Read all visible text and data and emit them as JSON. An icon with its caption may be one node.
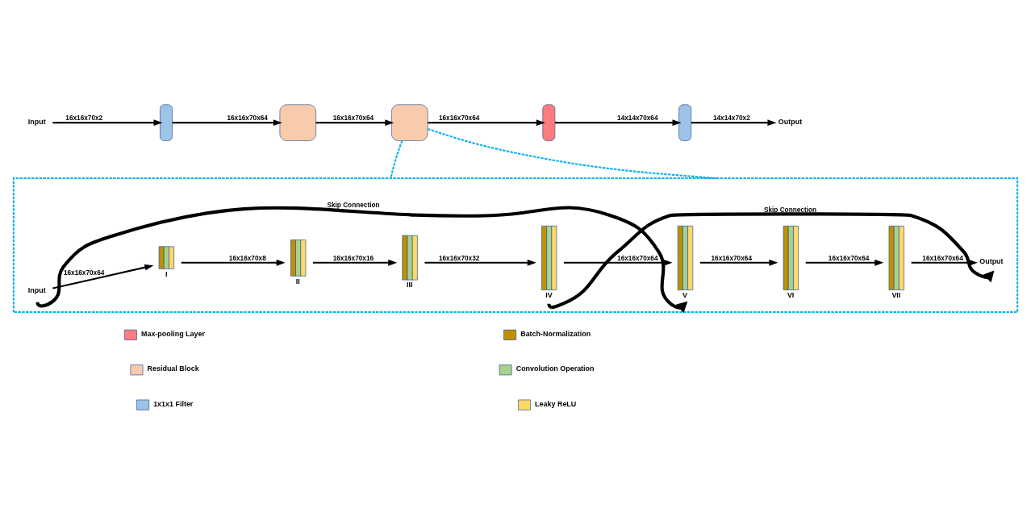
{
  "diagram": {
    "nodes": [
      {
        "text": [
          "Input"
        ]
      },
      {
        "text": [],
        "shape": "box"
      },
      {
        "text": [],
        "shape": "box"
      },
      {
        "text": [],
        "shape": "box"
      },
      {
        "text": [],
        "shape": "box"
      },
      {
        "text": [],
        "shape": "box"
      },
      {
        "text": [
          "Output"
        ]
      },
      {
        "text": [],
        "shape": "box"
      },
      {
        "text": [
          "Input"
        ],
        "in": 7
      },
      {
        "text": [
          "I"
        ],
        "in": 7
      },
      {
        "text": [
          "II"
        ],
        "in": 7
      },
      {
        "text": [
          "III"
        ],
        "in": 7
      },
      {
        "text": [
          "IV"
        ],
        "in": 7
      },
      {
        "text": [
          "V"
        ],
        "in": 7
      },
      {
        "text": [
          "VI"
        ],
        "in": 7
      },
      {
        "text": [
          "VII"
        ],
        "in": 7
      },
      {
        "text": [
          "Output"
        ],
        "in": 7
      }
    ],
    "edges": [
      {
        "from": 0,
        "to": 1,
        "arrow": "to",
        "label": "16x16x70x2"
      },
      {
        "from": 1,
        "to": 2,
        "arrow": "to",
        "label": "16x16x70x64"
      },
      {
        "from": 2,
        "to": 3,
        "arrow": "to",
        "label": "16x16x70x64"
      },
      {
        "from": 3,
        "to": 4,
        "arrow": "to",
        "label": "16x16x70x64"
      },
      {
        "from": 4,
        "to": 5,
        "arrow": "to",
        "label": "14x14x70x64"
      },
      {
        "from": 5,
        "to": 6,
        "arrow": "to",
        "label": "14x14x70x2"
      },
      {
        "from": 3,
        "to": 7,
        "arrow": "none",
        "style": "dashed",
        "color": "#00b0f0"
      },
      {
        "from": 3,
        "to": 7,
        "arrow": "none",
        "style": "dashed",
        "color": "#00b0f0"
      },
      {
        "from": 8,
        "to": 9,
        "arrow": "to",
        "label": "16x16x70x64"
      },
      {
        "from": 9,
        "to": 10,
        "arrow": "to",
        "label": "16x16x70x8"
      },
      {
        "from": 10,
        "to": 11,
        "arrow": "to",
        "label": "16x16x70x16"
      },
      {
        "from": 11,
        "to": 12,
        "arrow": "to",
        "label": "16x16x70x32"
      },
      {
        "from": 12,
        "to": 13,
        "arrow": "to",
        "label": "16x16x70x64"
      },
      {
        "from": 13,
        "to": 14,
        "arrow": "to",
        "label": "16x16x70x64"
      },
      {
        "from": 14,
        "to": 15,
        "arrow": "to",
        "label": "16x16x70x64"
      },
      {
        "from": 15,
        "to": 16,
        "arrow": "to",
        "label": "16x16x70x64"
      },
      {
        "from": 8,
        "to": 13,
        "arrow": "to",
        "label": "Skip Connection",
        "style": "thick"
      },
      {
        "from": 12,
        "to": 16,
        "arrow": "to",
        "label": "Skip Connection",
        "style": "thick"
      }
    ],
    "legend": [
      {
        "text": "Max-pooling Layer",
        "color": "#ff7c80"
      },
      {
        "text": "Residual Block",
        "color": "#f8cbad"
      },
      {
        "text": "1x1x1 Filter",
        "color": "#9dc3e6"
      },
      {
        "text": "Batch-Normalization",
        "color": "#bf9000"
      },
      {
        "text": "Convolution Operation",
        "color": "#a9d18e"
      },
      {
        "text": "Leaky ReLU",
        "color": "#ffd966"
      }
    ]
  }
}
